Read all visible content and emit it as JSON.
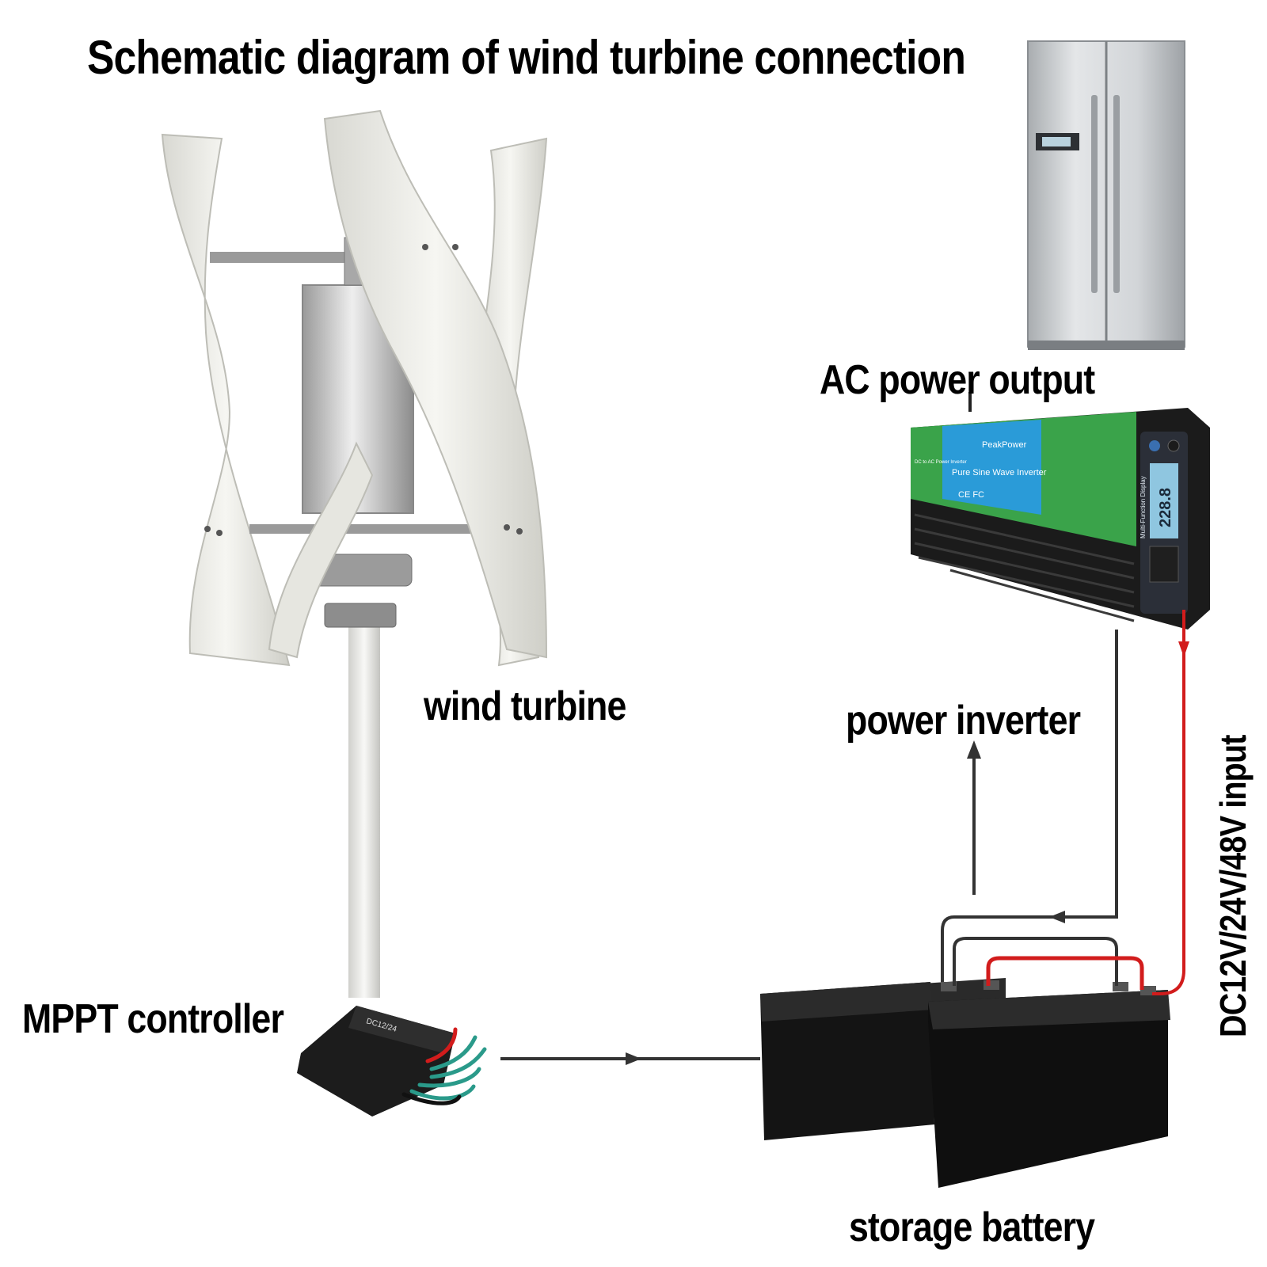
{
  "title": "Schematic diagram of wind turbine connection",
  "labels": {
    "ac_power_output": "AC power output",
    "wind_turbine": "wind turbine",
    "power_inverter": "power inverter",
    "mppt_controller": "MPPT controller",
    "storage_battery": "storage battery",
    "dc_input": "DC12V/24V/48V input"
  },
  "inverter": {
    "brand": "PeakPower",
    "product": "Pure Sine Wave Inverter",
    "sub_label": "DC to AC Power Inverter",
    "certs": "CE FC",
    "display_title": "Multi-Function Display",
    "display_value": "228.8"
  },
  "controller": {
    "model": "DC12/24"
  },
  "colors": {
    "inverter_green": "#3aa34a",
    "inverter_blue": "#2a9bd8",
    "dc_wire_red": "#d21c1c",
    "wire_dark": "#333333",
    "battery_black": "#141414",
    "turbine_white": "#eeeeea"
  }
}
